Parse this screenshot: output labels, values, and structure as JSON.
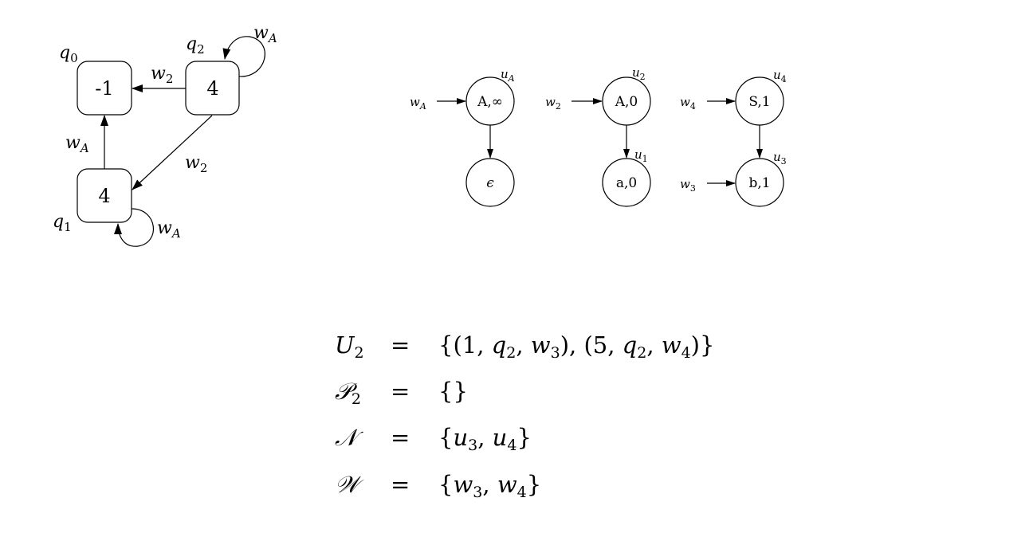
{
  "automaton": {
    "states": [
      {
        "name": "q",
        "sub": "0",
        "value": "-1"
      },
      {
        "name": "q",
        "sub": "1",
        "value": "4"
      },
      {
        "name": "q",
        "sub": "2",
        "value": "4"
      }
    ],
    "edges": [
      {
        "from": "q2",
        "to": "q0",
        "label": "w",
        "sub": "2"
      },
      {
        "from": "q1",
        "to": "q0",
        "label": "w",
        "sub": "A"
      },
      {
        "from": "q2",
        "to": "q1",
        "label": "w",
        "sub": "2"
      },
      {
        "from": "q2",
        "to": "q2",
        "label": "w",
        "sub": "A"
      },
      {
        "from": "q1",
        "to": "q1",
        "label": "w",
        "sub": "A"
      }
    ]
  },
  "trees": [
    {
      "input": {
        "w": "w",
        "sub": "A"
      },
      "top": {
        "text": "A,∞",
        "u": "u",
        "usub": "A"
      },
      "bottom": {
        "text": "ϵ"
      }
    },
    {
      "input": {
        "w": "w",
        "sub": "2"
      },
      "top": {
        "text": "A,0",
        "u": "u",
        "usub": "2"
      },
      "bottom": {
        "text": "a,0",
        "u": "u",
        "usub": "1"
      }
    },
    {
      "input": {
        "w": "w",
        "sub": "4"
      },
      "top": {
        "text": "S,1",
        "u": "u",
        "usub": "4"
      },
      "bottom": {
        "text": "b,1",
        "u": "u",
        "usub": "3"
      },
      "bottom_input": {
        "w": "w",
        "sub": "3"
      }
    }
  ],
  "equations": [
    {
      "lhs": "U",
      "lhs_sub": "2",
      "eq": "=",
      "rhs": [
        "{(1, ",
        "q",
        "2",
        ", ",
        "w",
        "3",
        "), (5, ",
        "q",
        "2",
        ", ",
        "w",
        "4",
        ")}"
      ]
    },
    {
      "lhs": "𝒫",
      "lhs_sub": "2",
      "eq": "=",
      "rhs": [
        "{}"
      ]
    },
    {
      "lhs": "𝒩",
      "lhs_sub": "",
      "eq": "=",
      "rhs": [
        "{",
        "u",
        "3",
        ", ",
        "u",
        "4",
        "}"
      ]
    },
    {
      "lhs": "𝒲",
      "lhs_sub": "",
      "eq": "=",
      "rhs": [
        "{",
        "w",
        "3",
        ", ",
        "w",
        "4",
        "}"
      ]
    }
  ]
}
